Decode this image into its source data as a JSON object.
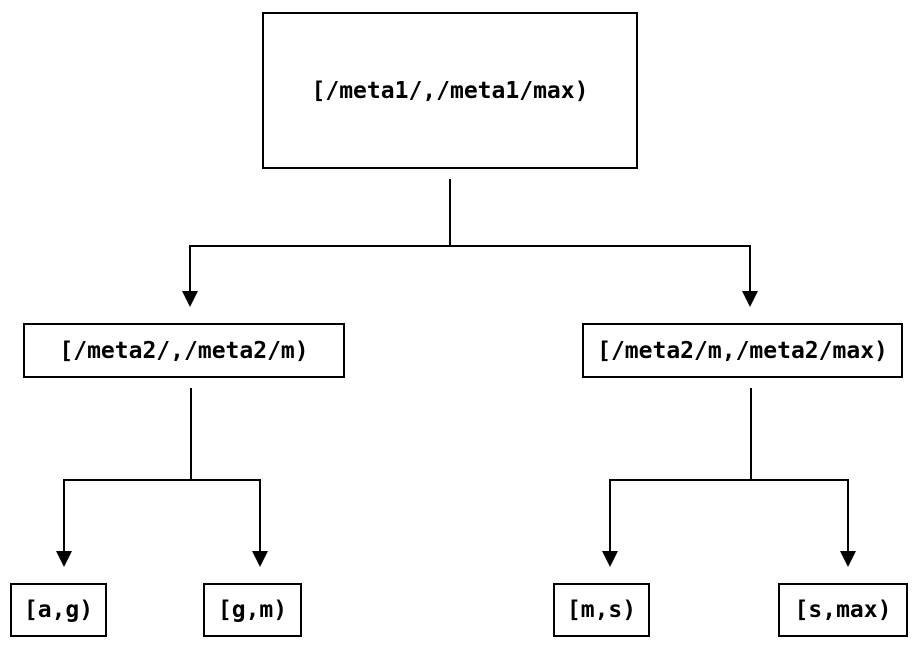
{
  "diagram": {
    "type": "tree",
    "background_color": "#ffffff",
    "line_color": "#000000",
    "text_color": "#000000",
    "nodes": {
      "root": {
        "label": "[/meta1/,/meta1/max)"
      },
      "meta2_low": {
        "label": "[/meta2/,/meta2/m)"
      },
      "meta2_high": {
        "label": "[/meta2/m,/meta2/max)"
      },
      "leaf_ag": {
        "label": "[a,g)"
      },
      "leaf_gm": {
        "label": "[g,m)"
      },
      "leaf_ms": {
        "label": "[m,s)"
      },
      "leaf_smax": {
        "label": "[s,max)"
      }
    },
    "edges": [
      {
        "from": "root",
        "to": "meta2_low",
        "arrow": "down"
      },
      {
        "from": "root",
        "to": "meta2_high",
        "arrow": "down"
      },
      {
        "from": "meta2_low",
        "to": "leaf_ag",
        "arrow": "down"
      },
      {
        "from": "meta2_low",
        "to": "leaf_gm",
        "arrow": "down"
      },
      {
        "from": "meta2_high",
        "to": "leaf_ms",
        "arrow": "down"
      },
      {
        "from": "meta2_high",
        "to": "leaf_smax",
        "arrow": "down"
      }
    ]
  }
}
